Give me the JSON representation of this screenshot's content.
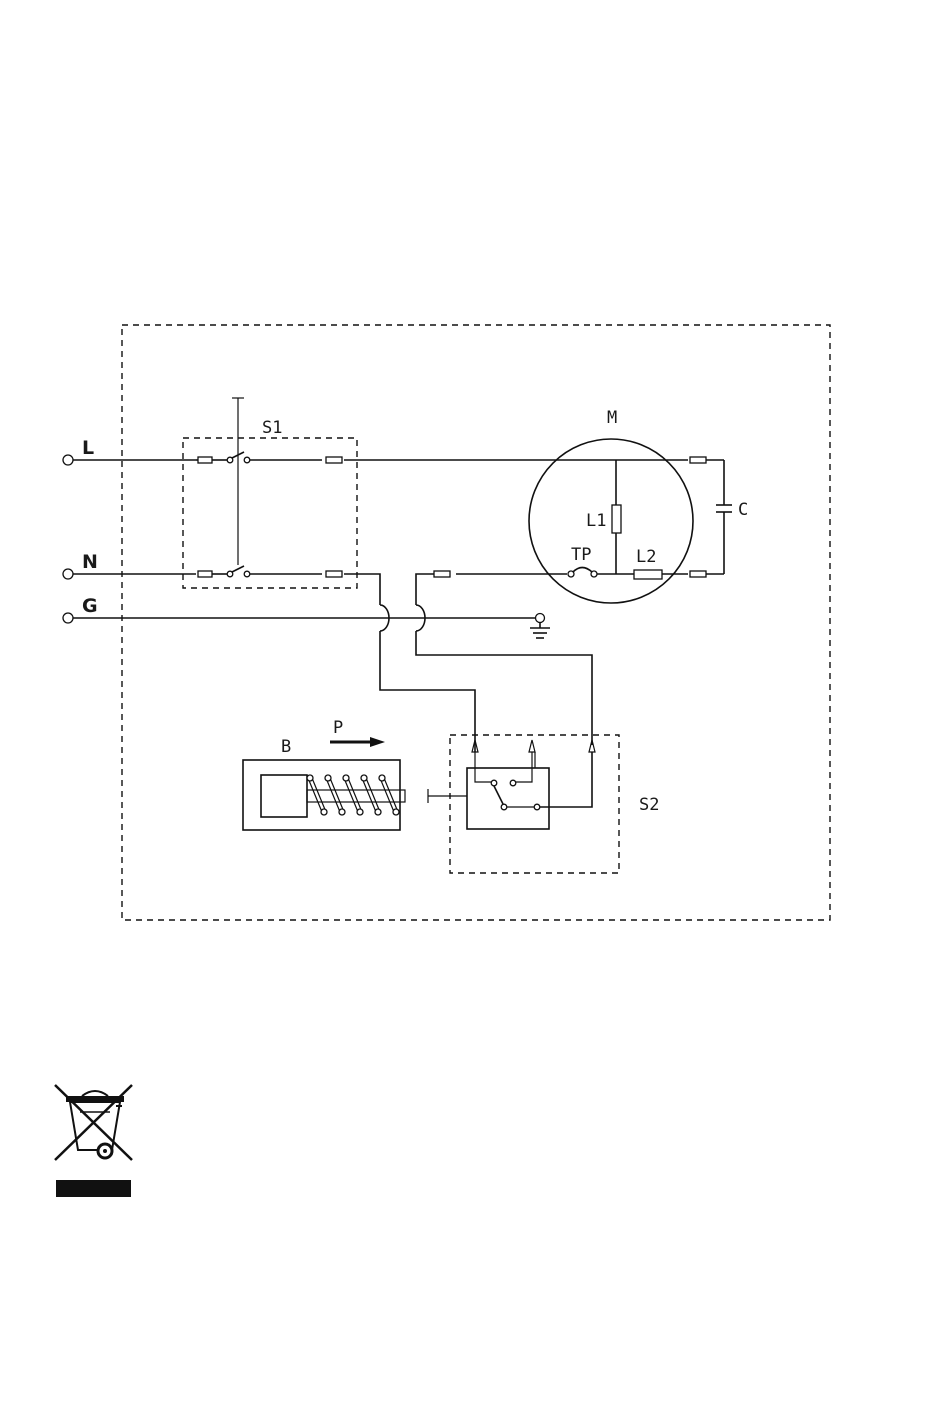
{
  "terminals": {
    "line": "L",
    "neutral": "N",
    "ground": "G"
  },
  "components": {
    "main_switch": "S1",
    "motor": "M",
    "winding_1": "L1",
    "winding_2": "L2",
    "thermal_protector": "TP",
    "capacitor": "C",
    "solenoid": "B",
    "pressure_arrow": "P",
    "microswitch": "S2"
  },
  "symbols": {
    "disposal": "crossed-out-wheelie-bin-icon"
  }
}
